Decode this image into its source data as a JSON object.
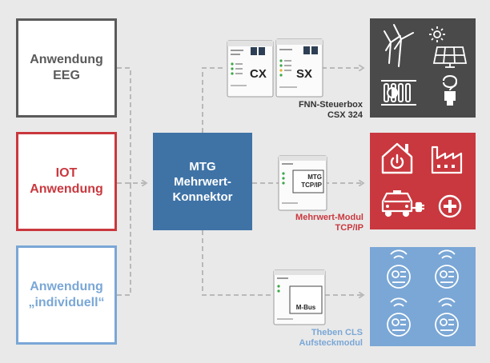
{
  "applications": {
    "eeg": {
      "line1": "Anwendung",
      "line2": "EEG"
    },
    "iot": {
      "line1": "IOT",
      "line2": "Anwendung"
    },
    "individual": {
      "line1": "Anwendung",
      "line2": "„individuell“"
    }
  },
  "connector": {
    "line1": "MTG",
    "line2": "Mehrwert-",
    "line3": "Konnektor"
  },
  "devices": {
    "fnn": {
      "name_line1": "FNN-Steuerbox",
      "name_line2": "CSX 324",
      "module_left": "CX",
      "module_right": "SX"
    },
    "mehrwert": {
      "name_line1": "Mehrwert-Modul",
      "name_line2": "TCP/IP",
      "module_line1": "MTG",
      "module_line2": "TCP/IP"
    },
    "cls": {
      "name_line1": "Theben CLS",
      "name_line2": "Aufsteckmodul",
      "module": "M-Bus"
    }
  },
  "targets": {
    "energy": {
      "icons": [
        "wind-turbine-icon",
        "solar-panel-icon",
        "heater-icon",
        "light-bulb-icon"
      ]
    },
    "home": {
      "icons": [
        "smart-home-icon",
        "factory-icon",
        "electric-car-icon",
        "plus-circle-icon"
      ]
    },
    "cls": {
      "icons": [
        "wireless-meter-icon",
        "wireless-meter-icon",
        "wireless-meter-icon",
        "wireless-meter-icon"
      ]
    }
  },
  "colors": {
    "eeg": "#5a5a5a",
    "iot": "#c9383e",
    "individual": "#7aa7d6",
    "connector": "#3f73a6",
    "energy_target": "#4a4a4a",
    "line": "#b9b9b9"
  }
}
